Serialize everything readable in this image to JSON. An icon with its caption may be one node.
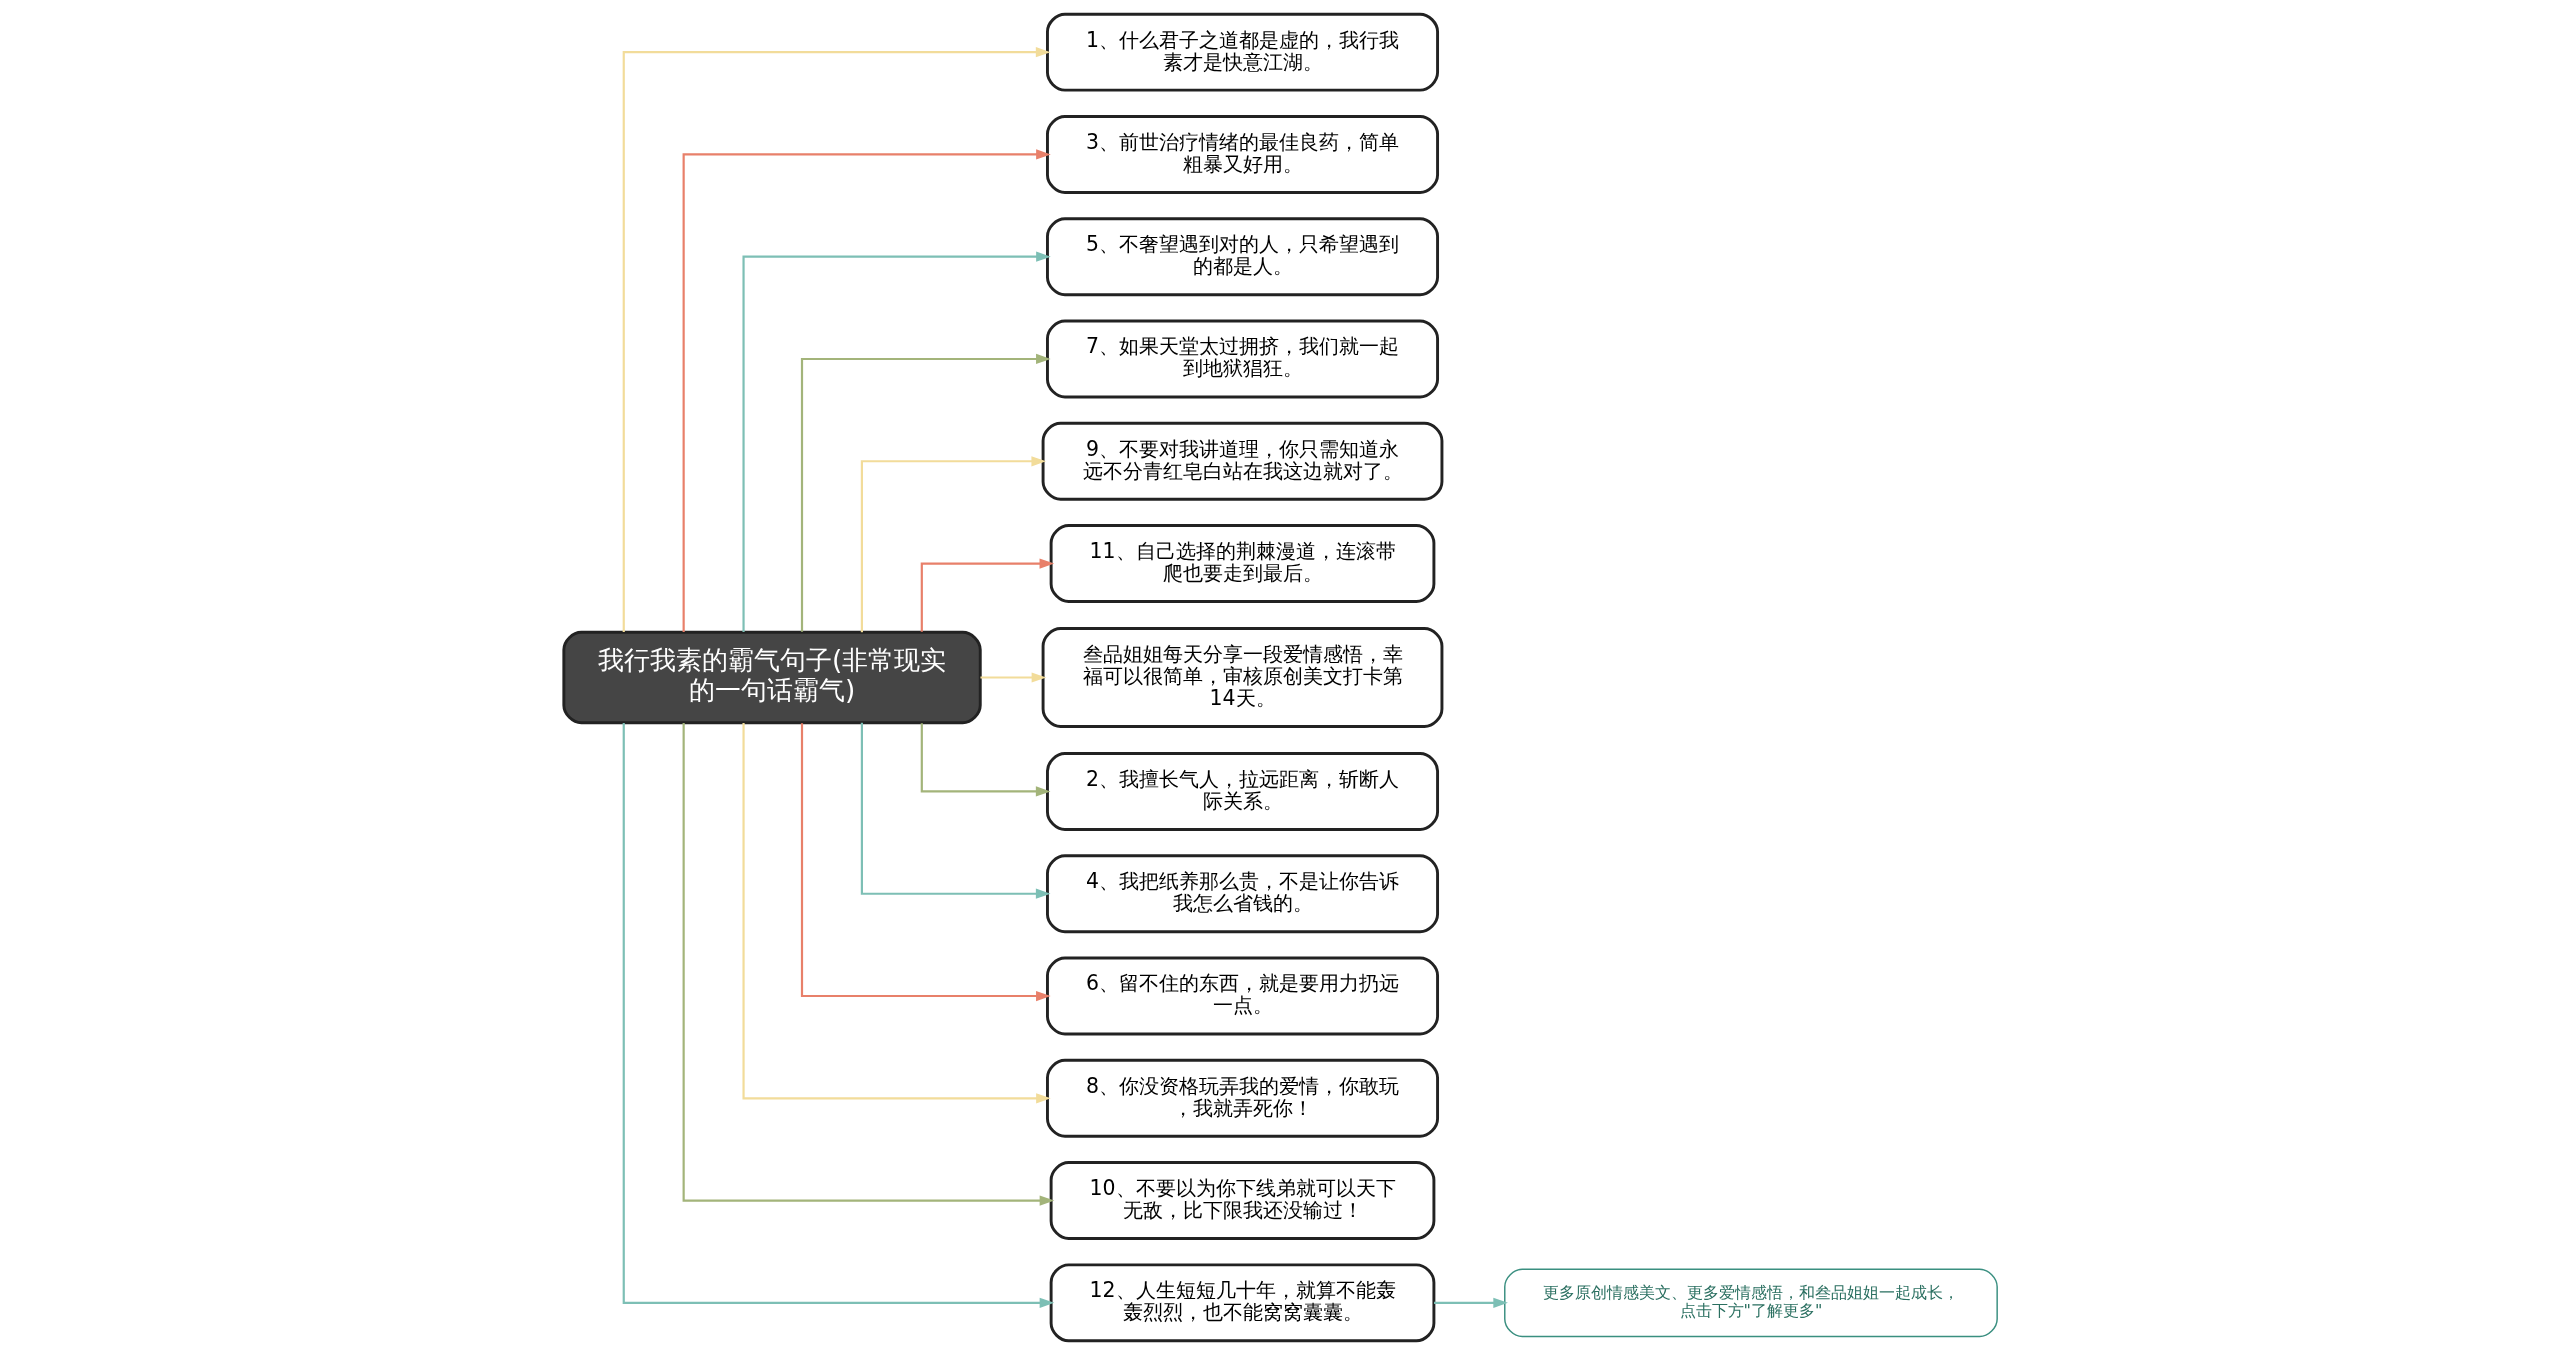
{
  "diagram": {
    "nodes": [
      {
        "text": [
          "我行我素的霸气句子(非常现实的一句话霸气)"
        ]
      },
      {
        "text": [
          "1、什么君子之道都是虚的，我行我素才是快意江湖。"
        ]
      },
      {
        "text": [
          "3、前世治疗情绪的最佳良药，简单粗暴又好用。"
        ]
      },
      {
        "text": [
          "5、不奢望遇到对的人，只希望遇到的都是人。"
        ]
      },
      {
        "text": [
          "7、如果天堂太过拥挤，我们就一起到地狱猖狂。"
        ]
      },
      {
        "text": [
          "9、不要对我讲道理，你只需知道永远不分青红皂白站在我这边就对了。"
        ]
      },
      {
        "text": [
          "11、自己选择的荆棘漫道，连滚带爬也要走到最后。"
        ]
      },
      {
        "text": [
          "叁品姐姐每天分享一段爱情感悟，幸福可以很简单，审核原创美文打卡第14天。"
        ]
      },
      {
        "text": [
          "2、我擅长气人，拉远距离，斩断人际关系。"
        ]
      },
      {
        "text": [
          "4、我把纸养那么贵，不是让你告诉我怎么省钱的。"
        ]
      },
      {
        "text": [
          "6、留不住的东西，就是要用力扔远一点。"
        ]
      },
      {
        "text": [
          "8、你没资格玩弄我的爱情，你敢玩，我就弄死你！"
        ]
      },
      {
        "text": [
          "10、不要以为你下线弟就可以天下无敌，比下限我还没输过！"
        ]
      },
      {
        "text": [
          "12、人生短短几十年，就算不能轰轰烈烈，也不能窝窝囊囊。"
        ]
      },
      {
        "text": [
          "更多原创情感美文、更多爱情感悟，和叁品姐姐一起成长，点击下方\"了解更多\""
        ]
      }
    ],
    "edges": [
      {
        "from": 0,
        "to": 1,
        "arrow": "to",
        "color": "#f2dc9a"
      },
      {
        "from": 0,
        "to": 2,
        "arrow": "to",
        "color": "#e8806a"
      },
      {
        "from": 0,
        "to": 3,
        "arrow": "to",
        "color": "#7dbfb5"
      },
      {
        "from": 0,
        "to": 4,
        "arrow": "to",
        "color": "#a3b47a"
      },
      {
        "from": 0,
        "to": 5,
        "arrow": "to",
        "color": "#f2dc9a"
      },
      {
        "from": 0,
        "to": 6,
        "arrow": "to",
        "color": "#e8806a"
      },
      {
        "from": 0,
        "to": 7,
        "arrow": "to",
        "color": "#f2dc9a"
      },
      {
        "from": 0,
        "to": 8,
        "arrow": "to",
        "color": "#a3b47a"
      },
      {
        "from": 0,
        "to": 9,
        "arrow": "to",
        "color": "#7dbfb5"
      },
      {
        "from": 0,
        "to": 10,
        "arrow": "to",
        "color": "#e8806a"
      },
      {
        "from": 0,
        "to": 11,
        "arrow": "to",
        "color": "#f2dc9a"
      },
      {
        "from": 0,
        "to": 12,
        "arrow": "to",
        "color": "#a3b47a"
      },
      {
        "from": 0,
        "to": 13,
        "arrow": "to",
        "color": "#7dbfb5"
      },
      {
        "from": 13,
        "to": 14,
        "arrow": "to",
        "color": "#7dbfb5"
      }
    ]
  }
}
